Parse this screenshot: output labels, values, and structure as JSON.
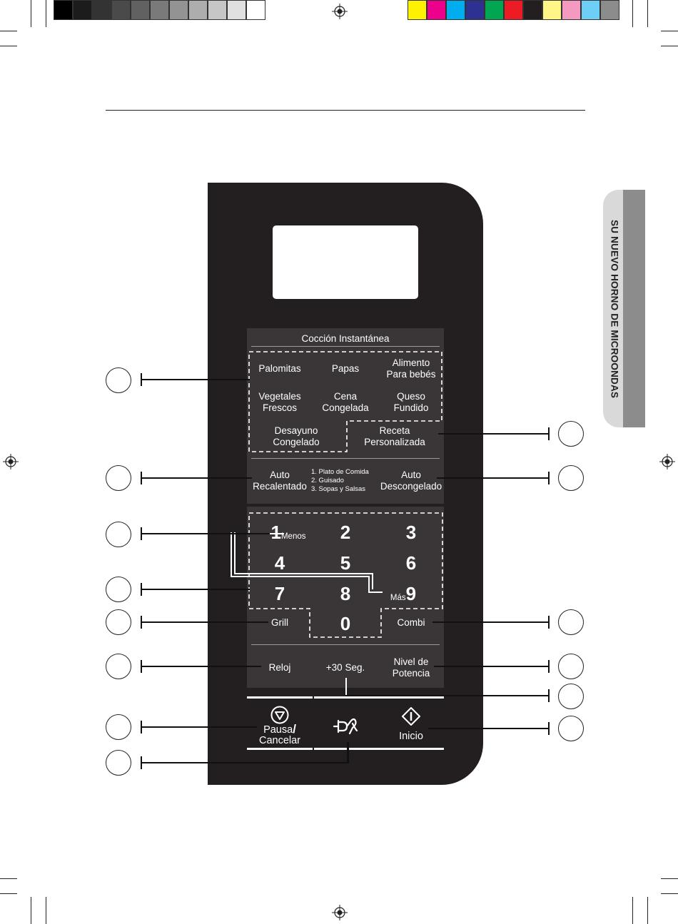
{
  "side_tab": {
    "title": "SU NUEVO HORNO DE MICROONDAS"
  },
  "colors": {
    "grey_bar": [
      "#000000",
      "#1c1c1c",
      "#333333",
      "#4a4a4a",
      "#616161",
      "#7a7a7a",
      "#939393",
      "#adadad",
      "#c6c6c6",
      "#e0e0e0",
      "#ffffff"
    ],
    "color_bar": [
      "#fff200",
      "#ec008c",
      "#00aeef",
      "#2e3192",
      "#00a651",
      "#ed1c24",
      "#231f20",
      "#fff685",
      "#f49ac1",
      "#6dcff6",
      "#8c8c8c"
    ],
    "panel": "#231f20"
  },
  "panel": {
    "header": "Cocción Instantánea",
    "instant": {
      "popcorn": "Palomitas",
      "potatoes": "Papas",
      "baby_food_1": "Alimento",
      "baby_food_2": "Para bebés",
      "vegetables_1": "Vegetales",
      "vegetables_2": "Frescos",
      "frozen_dinner_1": "Cena",
      "frozen_dinner_2": "Congelada",
      "cheese_1": "Queso",
      "cheese_2": "Fundido",
      "breakfast_1": "Desayuno",
      "breakfast_2": "Congelado",
      "recipe_1": "Receta",
      "recipe_2": "Personalizada"
    },
    "reheat_1": "Auto",
    "reheat_2": "Recalentado",
    "reheat_options": [
      "1. Plato de Comida",
      "2. Guisado",
      "3. Sopas y  Salsas"
    ],
    "defrost_1": "Auto",
    "defrost_2": "Descongelado",
    "keys": {
      "k1": "1",
      "k1_sub": "Menos",
      "k2": "2",
      "k3": "3",
      "k4": "4",
      "k5": "5",
      "k6": "6",
      "k7": "7",
      "k8": "8",
      "k9": "9",
      "k9_sub": "Más",
      "k0": "0"
    },
    "grill": "Grill",
    "combi": "Combi",
    "clock": "Reloj",
    "plus30": "+30 Seg.",
    "power_1": "Nivel de",
    "power_2": "Potencia",
    "pause_1": "Pausa",
    "pause_slash": "/",
    "pause_2": "Cancelar",
    "start": "Inicio"
  }
}
